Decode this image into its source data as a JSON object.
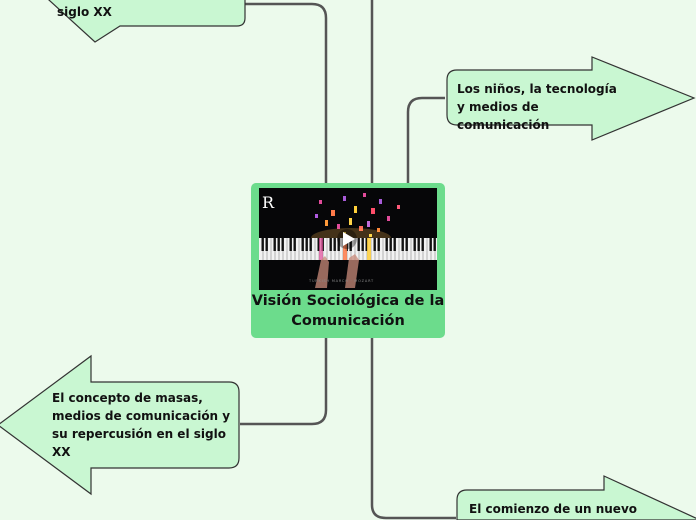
{
  "central": {
    "title": "Visión Sociológica de la Comunicación",
    "media": {
      "type": "video-thumbnail",
      "icon": "play-icon",
      "logo_letter": "R",
      "caption": "TURKISH MARCH · MOZART"
    }
  },
  "topics": [
    {
      "id": "top-left",
      "label": "siglo XX"
    },
    {
      "id": "right-upper",
      "label": "Los niños, la tecnología y medios de comunicación"
    },
    {
      "id": "left-lower",
      "label": "El concepto de masas, medios de comunicación y su repercusión en el siglo XX"
    },
    {
      "id": "right-lower",
      "label": "El comienzo de un nuevo"
    }
  ],
  "colors": {
    "background": "#ecfaec",
    "central_fill": "#6cdc8c",
    "topic_fill": "#c9f7d2",
    "outline": "#333333",
    "connector": "#555555"
  }
}
